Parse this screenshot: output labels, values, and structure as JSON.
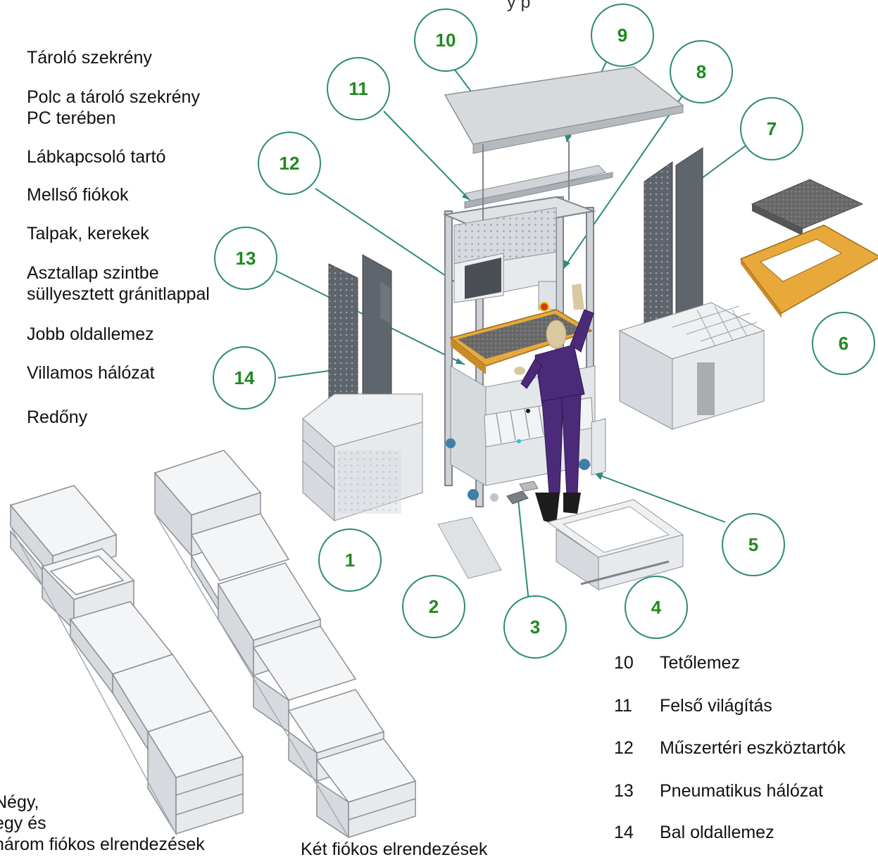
{
  "top_cut_text": "y                                    p",
  "left_legend": [
    "Tároló szekrény",
    "Polc a tároló szekrény\nPC terében",
    "Lábkapcsoló tartó",
    "Mellső fiókok",
    "Talpak, kerekek",
    "Asztallap szintbe\nsüllyesztett gránitlappal",
    "Jobb oldallemez",
    "Villamos hálózat",
    "Redőny"
  ],
  "right_legend": [
    {
      "num": "10",
      "text": "Tetőlemez"
    },
    {
      "num": "11",
      "text": "Felső világítás"
    },
    {
      "num": "12",
      "text": "Műszertéri eszköztartók"
    },
    {
      "num": "13",
      "text": "Pneumatikus hálózat"
    },
    {
      "num": "14",
      "text": "Bal oldallemez"
    }
  ],
  "callouts": [
    "1",
    "2",
    "3",
    "4",
    "5",
    "6",
    "7",
    "8",
    "9",
    "10",
    "11",
    "12",
    "13",
    "14"
  ],
  "caption_left": "Négy,\negy és\nhárom fiókos elrendezések",
  "caption_mid": "Két fiókos elrendezések",
  "colors": {
    "callout_stroke": "#2e8b7a",
    "callout_text": "#1f8a1f",
    "leader": "#2e8b7a",
    "metal": "#c8ccd0",
    "panel_dark": "#6b7078",
    "figure": "#4b2a7a",
    "wood": "#e0a030"
  }
}
